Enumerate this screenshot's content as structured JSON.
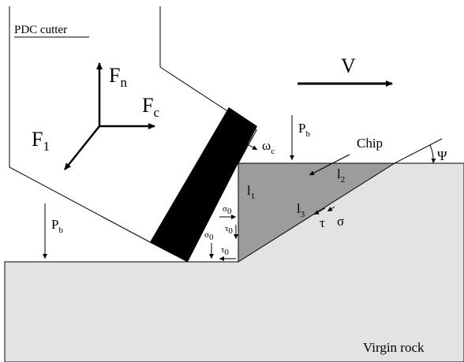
{
  "title": "PDC cutter",
  "velocity": "V",
  "forces": {
    "normal": {
      "base": "F",
      "sub": "n"
    },
    "cutting": {
      "base": "F",
      "sub": "c"
    },
    "resultant": {
      "base": "F",
      "sub": "1"
    }
  },
  "pressure_left": {
    "base": "P",
    "sub": "b"
  },
  "pressure_right": {
    "base": "P",
    "sub": "b"
  },
  "omega": {
    "base": "ω",
    "sub": "c"
  },
  "chip_label": "Chip",
  "psi": "Ψ",
  "lengths": {
    "l1": {
      "base": "l",
      "sub": "1"
    },
    "l2": {
      "base": "l",
      "sub": "2"
    },
    "l3": {
      "base": "l",
      "sub": "3"
    }
  },
  "stresses": {
    "tau": "τ",
    "sigma": "σ",
    "sigma0": {
      "base": "σ",
      "sub": "0"
    },
    "tau0": {
      "base": "τ",
      "sub": "0"
    }
  },
  "rock_label": "Virgin rock",
  "colors": {
    "rock_fill": "#e3e3e3",
    "chip_fill": "#9c9c9c",
    "cutter_face": "#000000",
    "line": "#000000"
  }
}
